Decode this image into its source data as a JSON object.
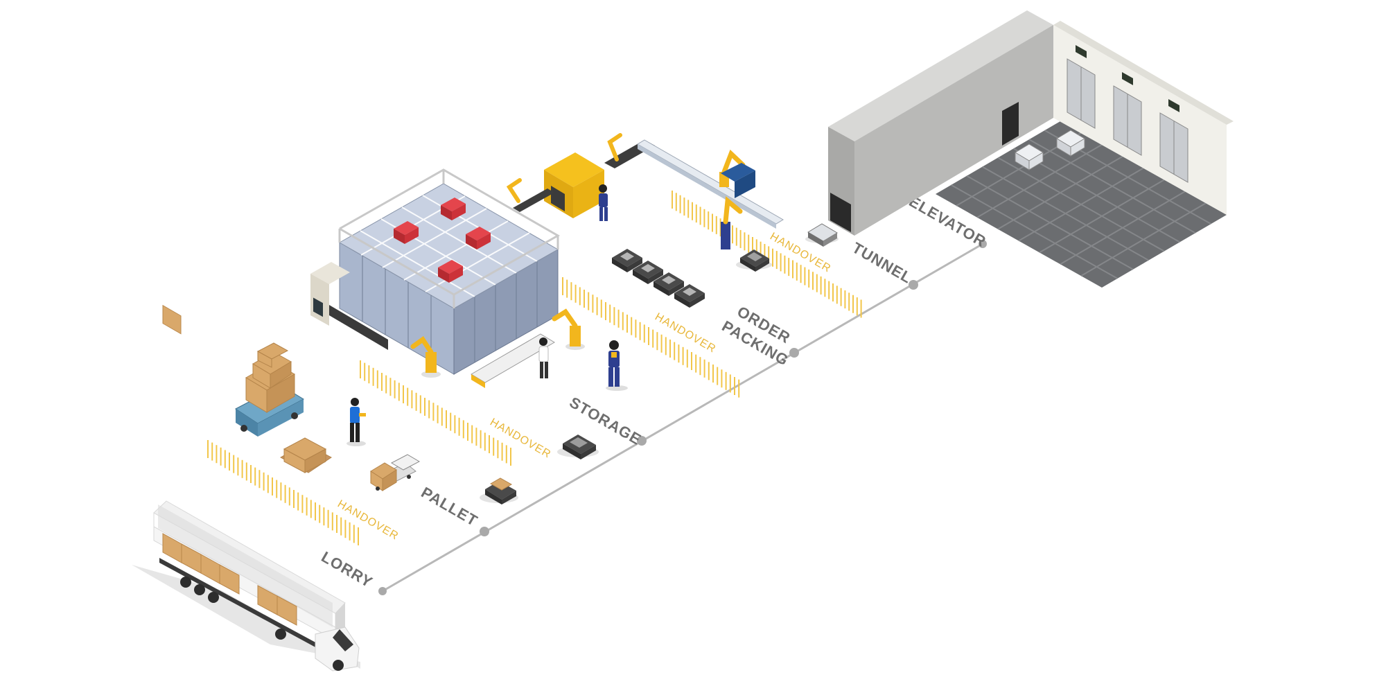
{
  "stages": [
    {
      "id": "lorry",
      "label": "LORRY"
    },
    {
      "id": "pallet",
      "label": "PALLET"
    },
    {
      "id": "storage",
      "label": "STORAGE"
    },
    {
      "id": "order_packing",
      "line1": "ORDER",
      "line2": "PACKING"
    },
    {
      "id": "tunnel",
      "label": "TUNNEL"
    },
    {
      "id": "elevator",
      "label": "ELEVATOR"
    }
  ],
  "handovers": [
    {
      "label": "HANDOVER"
    },
    {
      "label": "HANDOVER"
    },
    {
      "label": "HANDOVER"
    },
    {
      "label": "HANDOVER"
    }
  ],
  "colors": {
    "accent_yellow": "#f2b61d",
    "handover_text": "#e8b73a",
    "stage_text": "#6e6e6e",
    "timeline": "#b5b5b5",
    "robot_red": "#d8323a",
    "floor_tile": "#6b6d70",
    "cardboard": "#d9a86a",
    "storage_grid": "#9aa7c0"
  },
  "icons": [
    "truck-icon",
    "pallet-box-icon",
    "agv-robot-icon",
    "robotic-arm-icon",
    "worker-icon",
    "elevator-door-icon"
  ]
}
